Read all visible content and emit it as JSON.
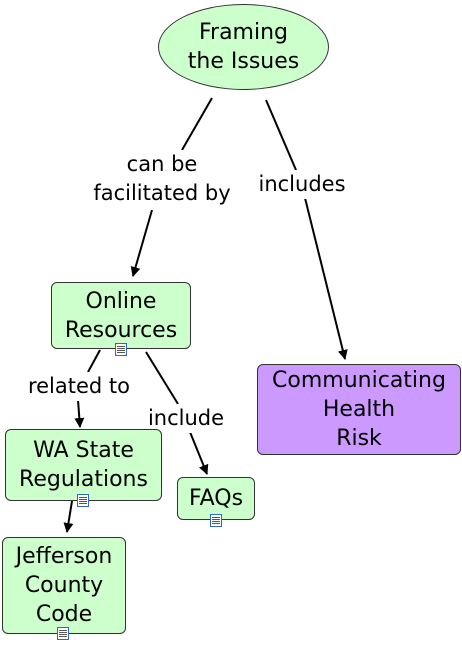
{
  "concept_map": {
    "concepts": {
      "framing": "Framing\nthe Issues",
      "online": "Online\nResources",
      "communicating": "Communicating\nHealth\nRisk",
      "wa_state": "WA State\nRegulations",
      "faqs": "FAQs",
      "jefferson": "Jefferson\nCounty\nCode"
    },
    "linking_phrases": {
      "facilitated": "can be\nfacilitated by",
      "includes": "includes",
      "related": "related to",
      "include": "include"
    },
    "colors": {
      "concept_fill": "#ccffcc",
      "highlight_fill": "#cc99ff",
      "line": "#000000"
    },
    "resource_icon": "document-icon"
  }
}
